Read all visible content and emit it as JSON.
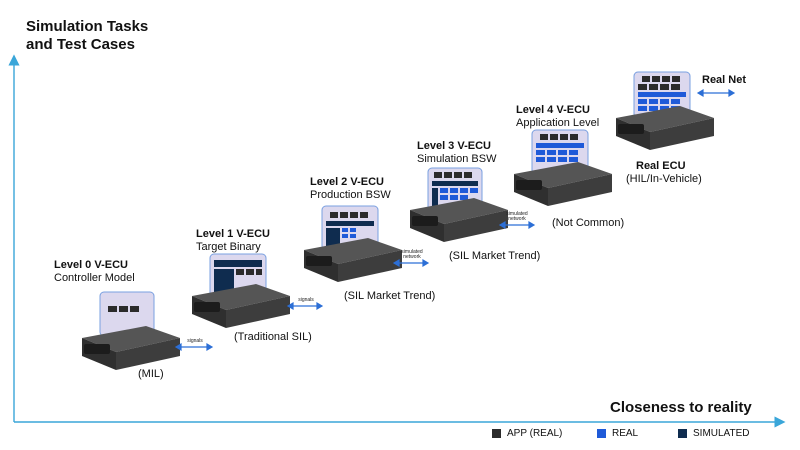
{
  "axes": {
    "y_title_line1": "Simulation Tasks",
    "y_title_line2": "and Test Cases",
    "x_title": "Closeness to reality",
    "color": "#3aa6d9"
  },
  "colors": {
    "app_real": "#2b2b2b",
    "real": "#1f5ad8",
    "simulated": "#0f2c4f",
    "ecu_body": "#3b3b3b",
    "screen": "#dcd8ee",
    "link": "#2c6fd6"
  },
  "levels": [
    {
      "title": "Level 0 V-ECU",
      "subtitle": "Controller Model",
      "note": "(MIL)"
    },
    {
      "title": "Level 1 V-ECU",
      "subtitle": "Target Binary",
      "note": "(Traditional SIL)"
    },
    {
      "title": "Level 2 V-ECU",
      "subtitle": "Production BSW",
      "note": "(SIL Market Trend)"
    },
    {
      "title": "Level 3 V-ECU",
      "subtitle": "Simulation BSW",
      "note": "(SIL Market Trend)"
    },
    {
      "title": "Level 4 V-ECU",
      "subtitle": "Application Level",
      "note": "(Not Common)"
    },
    {
      "title": "Real ECU",
      "subtitle": "(HIL/In-Vehicle)",
      "note": ""
    }
  ],
  "real_net": "Real Net",
  "links": [
    {
      "label_line1": "signals",
      "label_line2": ""
    },
    {
      "label_line1": "signals",
      "label_line2": ""
    },
    {
      "label_line1": "simulated",
      "label_line2": "network"
    },
    {
      "label_line1": "simulated",
      "label_line2": "network"
    }
  ],
  "legend": [
    {
      "label": "APP (REAL)",
      "color": "#2b2b2b",
      "icon": "square-icon"
    },
    {
      "label": "REAL",
      "color": "#1f5ad8",
      "icon": "square-icon"
    },
    {
      "label": "SIMULATED",
      "color": "#0f2c4f",
      "icon": "square-icon"
    }
  ]
}
